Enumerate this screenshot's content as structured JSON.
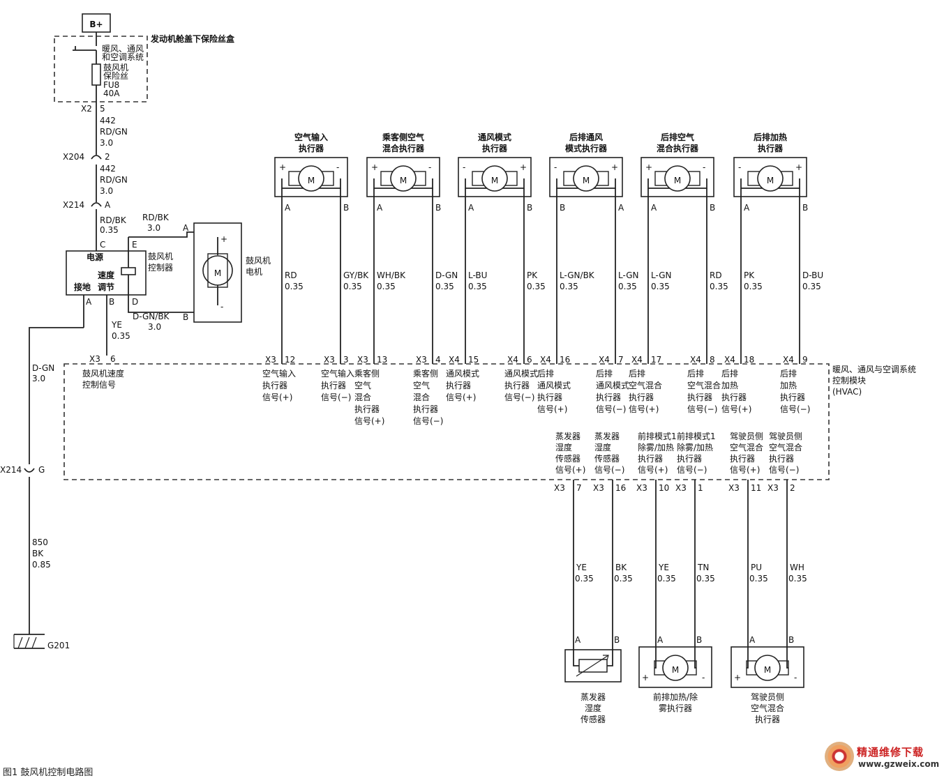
{
  "power": {
    "label": "B+"
  },
  "fuse_box": {
    "title": "发动机舱盖下保险丝盒",
    "sys_line1": "暖风、通风",
    "sys_line2": "和空调系统",
    "fuse_line1": "鼓风机",
    "fuse_line2": "保险丝",
    "fuse_id": "FU8",
    "fuse_rating": "40A"
  },
  "feed": {
    "x2_conn": "X2",
    "x2_pin": "5",
    "wire1_num": "442",
    "wire1_color": "RD/GN",
    "wire1_size": "3.0",
    "x204_conn": "X204",
    "x204_pin": "2",
    "wire2_num": "442",
    "wire2_color": "RD/GN",
    "wire2_size": "3.0",
    "x214_conn": "X214",
    "x214_pin": "A",
    "wire3_color": "RD/BK",
    "wire3_size": "0.35",
    "motor_wire_color": "RD/BK",
    "motor_wire_size": "3.0"
  },
  "blower_controller": {
    "label_power": "电源",
    "label_speed1": "速度",
    "label_ground": "接地",
    "label_speed2": "调节",
    "name1": "鼓风机",
    "name2": "控制器",
    "pin_c": "C",
    "pin_e": "E",
    "pin_a": "A",
    "pin_b": "B",
    "pin_d": "D"
  },
  "blower_motor": {
    "name1": "鼓风机",
    "name2": "电机",
    "pin_a": "A",
    "pin_b": "B",
    "symbol": "M",
    "plus": "+",
    "minus": "-"
  },
  "motor_return": {
    "color": "D-GN/BK",
    "size": "3.0"
  },
  "speed_signal": {
    "color": "YE",
    "size": "0.35",
    "conn": "X3",
    "pin": "6",
    "label1": "鼓风机速度",
    "label2": "控制信号"
  },
  "ground": {
    "wire_color": "D-GN",
    "wire_size": "3.0",
    "conn": "X214",
    "pin": "G",
    "wire2_num": "850",
    "wire2_color": "BK",
    "wire2_size": "0.85",
    "ground_id": "G201"
  },
  "actuators": [
    {
      "name1": "空气输入",
      "name2": "执行器",
      "left_pin": "A",
      "right_pin": "B",
      "left_sign": "+",
      "right_sign": "-",
      "left_wire": {
        "color": "RD",
        "size": "0.35",
        "conn": "X3",
        "pin": "12",
        "sig": [
          "空气输入",
          "执行器",
          "信号(+)"
        ]
      },
      "right_wire": {
        "color": "GY/BK",
        "size": "0.35",
        "conn": "X3",
        "pin": "3",
        "sig": [
          "空气输入",
          "执行器",
          "信号(−)"
        ]
      }
    },
    {
      "name1": "乘客侧空气",
      "name2": "混合执行器",
      "left_pin": "A",
      "right_pin": "B",
      "left_sign": "+",
      "right_sign": "-",
      "left_wire": {
        "color": "WH/BK",
        "size": "0.35",
        "conn": "X3",
        "pin": "13",
        "sig": [
          "乘客侧",
          "空气",
          "混合",
          "执行器",
          "信号(+)"
        ]
      },
      "right_wire": {
        "color": "D-GN",
        "size": "0.35",
        "conn": "X3",
        "pin": "4",
        "sig": [
          "乘客侧",
          "空气",
          "混合",
          "执行器",
          "信号(−)"
        ]
      }
    },
    {
      "name1": "通风模式",
      "name2": "执行器",
      "left_pin": "A",
      "right_pin": "B",
      "left_sign": "-",
      "right_sign": "+",
      "left_wire": {
        "color": "L-BU",
        "size": "0.35",
        "conn": "X4",
        "pin": "15",
        "sig": [
          "通风模式",
          "执行器",
          "信号(+)"
        ]
      },
      "right_wire": {
        "color": "PK",
        "size": "0.35",
        "conn": "X4",
        "pin": "6",
        "sig": [
          "通风模式",
          "执行器",
          "信号(−)"
        ]
      }
    },
    {
      "name1": "后排通风",
      "name2": "模式执行器",
      "left_pin": "B",
      "right_pin": "A",
      "left_sign": "-",
      "right_sign": "+",
      "left_wire": {
        "color": "L-GN/BK",
        "size": "0.35",
        "conn": "X4",
        "pin": "16",
        "sig": [
          "后排",
          "通风模式",
          "执行器",
          "信号(+)"
        ]
      },
      "right_wire": {
        "color": "L-GN",
        "size": "0.35",
        "conn": "X4",
        "pin": "7",
        "sig": [
          "后排",
          "通风模式",
          "执行器",
          "信号(−)"
        ]
      }
    },
    {
      "name1": "后排空气",
      "name2": "混合执行器",
      "left_pin": "A",
      "right_pin": "B",
      "left_sign": "+",
      "right_sign": "-",
      "left_wire": {
        "color": "L-GN",
        "size": "0.35",
        "conn": "X4",
        "pin": "17",
        "sig": [
          "后排",
          "空气混合",
          "执行器",
          "信号(+)"
        ]
      },
      "right_wire": {
        "color": "RD",
        "size": "0.35",
        "conn": "X4",
        "pin": "8",
        "sig": [
          "后排",
          "空气混合",
          "执行器",
          "信号(−)"
        ]
      }
    },
    {
      "name1": "后排加热",
      "name2": "执行器",
      "left_pin": "A",
      "right_pin": "B",
      "left_sign": "-",
      "right_sign": "+",
      "left_wire": {
        "color": "PK",
        "size": "0.35",
        "conn": "X4",
        "pin": "18",
        "sig": [
          "后排",
          "加热",
          "执行器",
          "信号(+)"
        ]
      },
      "right_wire": {
        "color": "D-BU",
        "size": "0.35",
        "conn": "X4",
        "pin": "9",
        "sig": [
          "后排",
          "加热",
          "执行器",
          "信号(−)"
        ]
      }
    }
  ],
  "hvac_module": {
    "name1": "暖风、通风与空调系统",
    "name2": "控制模块",
    "name3": "(HVAC)"
  },
  "bottom_devices": [
    {
      "name": [
        "蒸发器",
        "湿度",
        "传感器"
      ],
      "left_pin": "A",
      "right_pin": "B",
      "left_wire": {
        "color": "YE",
        "size": "0.35",
        "conn": "X3",
        "pin": "7",
        "sig": [
          "蒸发器",
          "湿度",
          "传感器",
          "信号(+)"
        ]
      },
      "right_wire": {
        "color": "BK",
        "size": "0.35",
        "conn": "X3",
        "pin": "16",
        "sig": [
          "蒸发器",
          "湿度",
          "传感器",
          "信号(−)"
        ]
      }
    },
    {
      "name": [
        "前排加热/除",
        "雾执行器"
      ],
      "left_pin": "A",
      "right_pin": "B",
      "left_sign": "+",
      "right_sign": "-",
      "left_wire": {
        "color": "YE",
        "size": "0.35",
        "conn": "X3",
        "pin": "10",
        "sig": [
          "前排模式1",
          "除雾/加热",
          "执行器",
          "信号(+)"
        ]
      },
      "right_wire": {
        "color": "TN",
        "size": "0.35",
        "conn": "X3",
        "pin": "1",
        "sig": [
          "前排模式1",
          "除雾/加热",
          "执行器",
          "信号(−)"
        ]
      }
    },
    {
      "name": [
        "驾驶员侧",
        "空气混合",
        "执行器"
      ],
      "left_pin": "A",
      "right_pin": "B",
      "left_sign": "+",
      "right_sign": "-",
      "left_wire": {
        "color": "PU",
        "size": "0.35",
        "conn": "X3",
        "pin": "11",
        "sig": [
          "驾驶员侧",
          "空气混合",
          "执行器",
          "信号(+)"
        ]
      },
      "right_wire": {
        "color": "WH",
        "size": "0.35",
        "conn": "X3",
        "pin": "2",
        "sig": [
          "驾驶员侧",
          "空气混合",
          "执行器",
          "信号(−)"
        ]
      }
    }
  ],
  "caption": "图1  鼓风机控制电路图",
  "watermark": {
    "line1": "精通维修下载",
    "line2": "www.gzweix.com"
  }
}
